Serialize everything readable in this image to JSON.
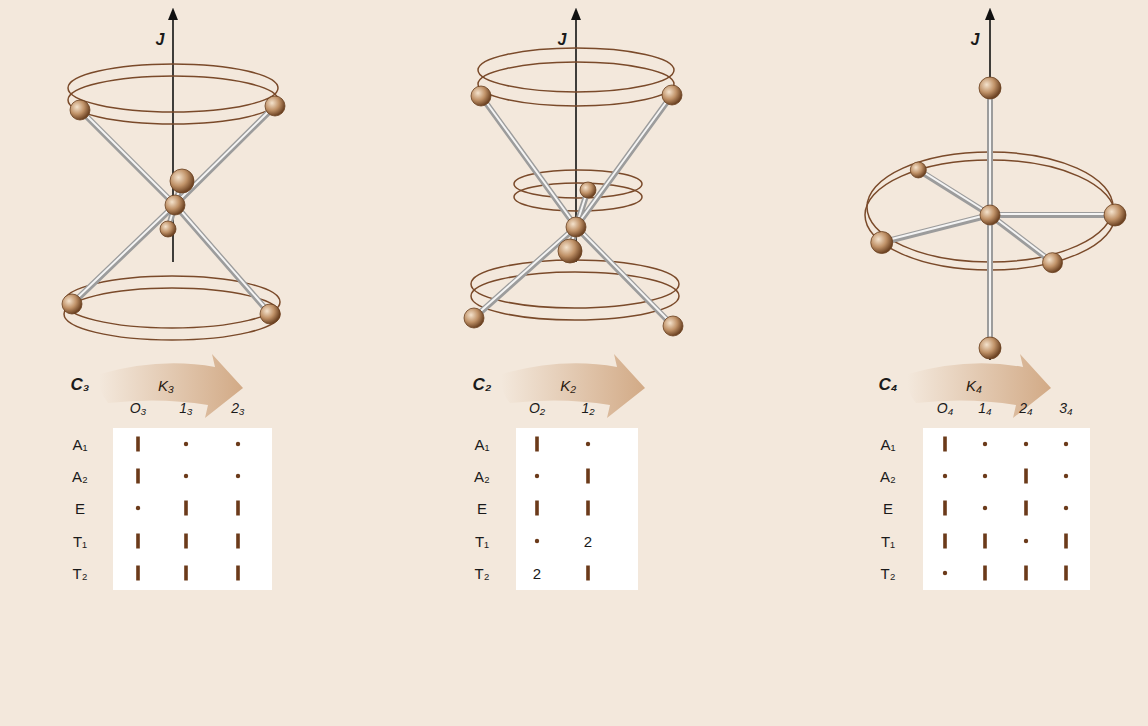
{
  "diagram": {
    "labels": [
      "J",
      "C₃",
      "K₃",
      "O₃",
      "1₃",
      "2₃",
      "A₁",
      "A₂",
      "E",
      "T₁",
      "T₂",
      "J",
      "C₂",
      "K₂",
      "O₂",
      "1₂",
      "A₁",
      "A₂",
      "E",
      "T₁",
      "T₂",
      "2",
      "2",
      "J",
      "C₄",
      "K₄",
      "O₄",
      "1₄",
      "2₄",
      "3₄",
      "A₁",
      "A₂",
      "E",
      "T₁",
      "T₂"
    ]
  }
}
